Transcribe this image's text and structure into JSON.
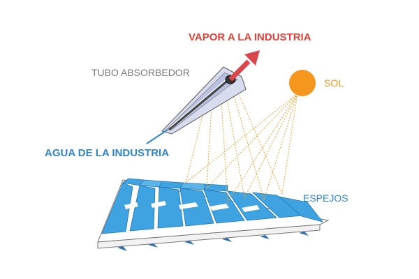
{
  "labels": {
    "vapor": "VAPOR A LA INDUSTRIA",
    "tubo": "TUBO ABSORBEDOR",
    "sol": "SOL",
    "agua": "AGUA DE LA INDUSTRIA",
    "espejos": "ESPEJOS"
  },
  "colors": {
    "vapor": "#e0413a",
    "tubo": "#7a7a7a",
    "sol": "#f29a23",
    "sun_fill": "#f5961e",
    "agua": "#2e86c8",
    "espejos": "#2e86c8",
    "mirror": "#3ea3e0",
    "mirror_dark": "#1f76b6",
    "rays": "#f0a030",
    "tube_body": "#d8dcef",
    "arrow": "#d9474d",
    "base": "#ffffff"
  }
}
